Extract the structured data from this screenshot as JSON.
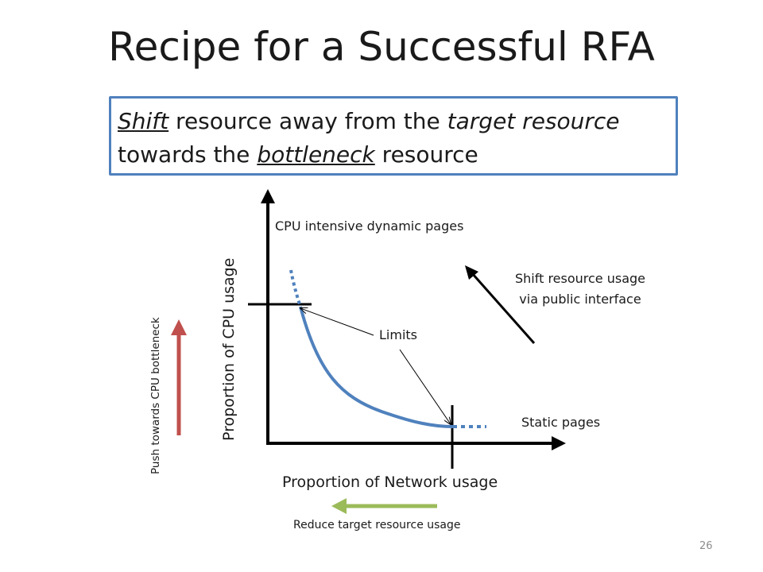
{
  "slide": {
    "title": "Recipe for a Successful RFA",
    "page_number": "26"
  },
  "callout": {
    "part1": "Shift",
    "part2": " resource away from the ",
    "part3": "target resource",
    "part4": " towards the ",
    "part5": "bottleneck",
    "part6": " resource"
  },
  "diagram": {
    "y_axis_label": "Proportion of CPU usage",
    "x_axis_label": "Proportion of Network usage",
    "top_label": "CPU intensive dynamic pages",
    "bottom_right_label": "Static pages",
    "limits_label": "Limits",
    "shift_label_line1": "Shift resource usage",
    "shift_label_line2": "via public interface",
    "push_label": "Push towards CPU bottleneck",
    "reduce_label": "Reduce target resource usage"
  },
  "colors": {
    "curve": "#4f81bd",
    "callout_border": "#4f81bd",
    "push_arrow": "#c0504d",
    "reduce_arrow": "#9bbb59",
    "axes": "#000000"
  }
}
